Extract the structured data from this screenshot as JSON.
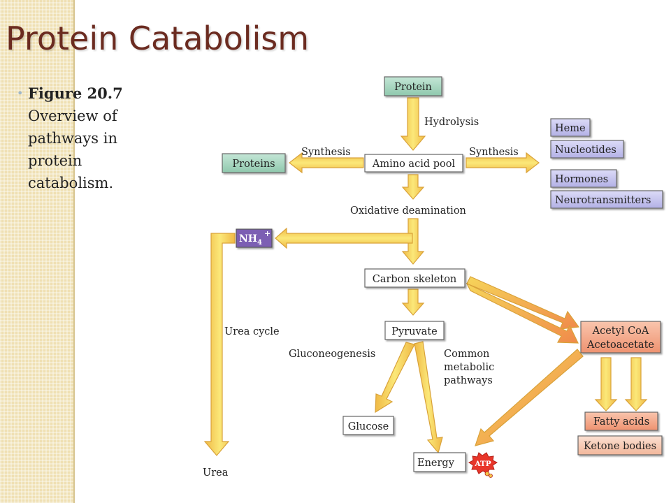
{
  "slide": {
    "title": "Protein Catabolism",
    "caption_bold": "Figure 20.7",
    "caption_text": "Overview of pathways in protein catabolism."
  },
  "diagram": {
    "nodes": {
      "protein": "Protein",
      "amino_acid_pool": "Amino acid pool",
      "proteins": "Proteins",
      "heme": "Heme",
      "nucleotides": "Nucleotides",
      "hormones": "Hormones",
      "neurotransmitters": "Neurotransmitters",
      "nh4": "NH",
      "nh4_sub": "4",
      "nh4_sup": "+",
      "carbon_skeleton": "Carbon skeleton",
      "pyruvate": "Pyruvate",
      "acetyl_coa": "Acetyl CoA",
      "acetoacetate": "Acetoacetate",
      "glucose": "Glucose",
      "energy": "Energy",
      "atp": "ATP",
      "fatty_acids": "Fatty acids",
      "ketone_bodies": "Ketone bodies",
      "urea": "Urea"
    },
    "labels": {
      "hydrolysis": "Hydrolysis",
      "synthesis_left": "Synthesis",
      "synthesis_right": "Synthesis",
      "oxidative_deamination": "Oxidative deamination",
      "urea_cycle": "Urea cycle",
      "gluconeogenesis": "Gluconeogenesis",
      "common_1": "Common",
      "common_2": "metabolic",
      "common_3": "pathways"
    },
    "colors": {
      "green_box": "#a9d6c2",
      "purple_box": "#c7c6ee",
      "nh4_box": "#7b5fb3",
      "orange_box": "#f2a98a",
      "peach_box": "#f6c9b3",
      "arrow_fill": "#f7d960",
      "arrow_edge": "#e5a93a",
      "title": "#6b2b20"
    }
  }
}
